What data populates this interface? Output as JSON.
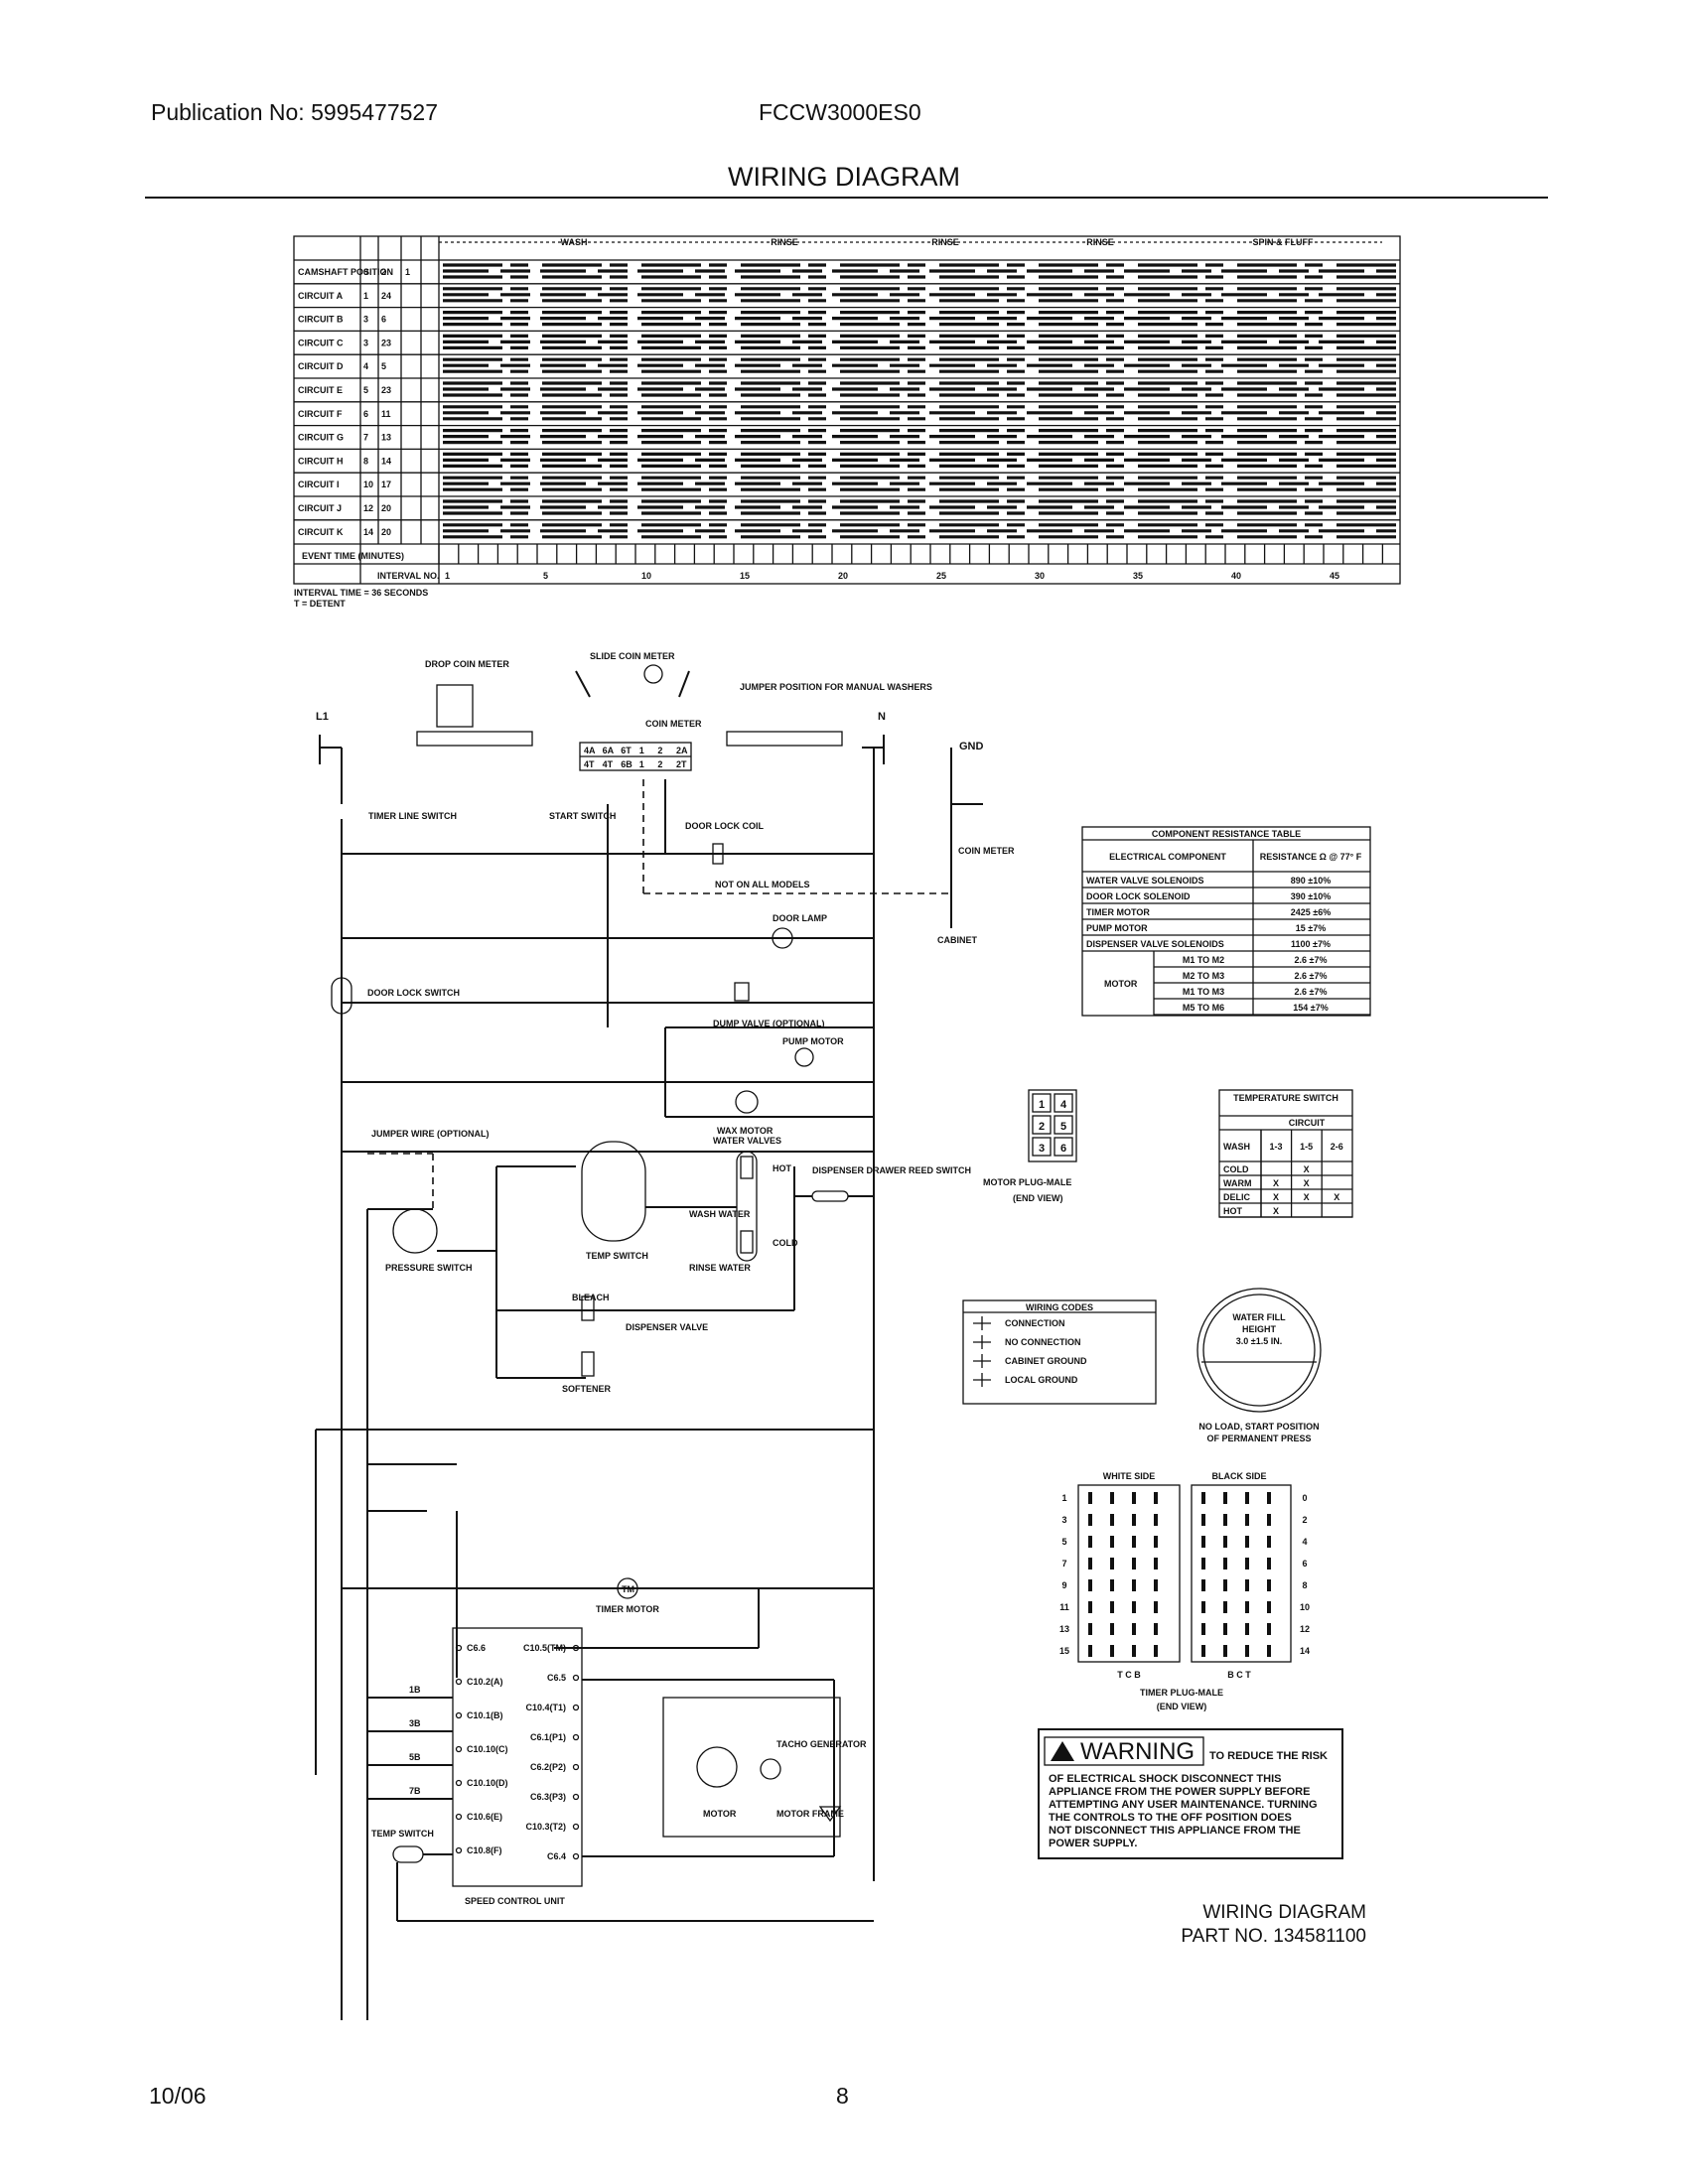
{
  "header": {
    "publication": "Publication No: 5995477527",
    "model": "FCCW3000ES0",
    "title": "WIRING DIAGRAM"
  },
  "footer": {
    "date": "10/06",
    "page": "8"
  },
  "timer_chart": {
    "phases": [
      "WASH",
      "RINSE",
      "RINSE",
      "RINSE",
      "SPIN & FLUFF"
    ],
    "rows": [
      {
        "circuit": "CAMSHAFT POSITION",
        "a": "0",
        "b": "2",
        "c": "1"
      },
      {
        "circuit": "CIRCUIT A",
        "a": "1",
        "b": "24",
        "c": ""
      },
      {
        "circuit": "CIRCUIT B",
        "a": "3",
        "b": "6",
        "c": ""
      },
      {
        "circuit": "CIRCUIT C",
        "a": "3",
        "b": "23",
        "c": ""
      },
      {
        "circuit": "CIRCUIT D",
        "a": "4",
        "b": "5",
        "c": ""
      },
      {
        "circuit": "CIRCUIT E",
        "a": "5",
        "b": "23",
        "c": ""
      },
      {
        "circuit": "CIRCUIT F",
        "a": "6",
        "b": "11",
        "c": ""
      },
      {
        "circuit": "CIRCUIT G",
        "a": "7",
        "b": "13",
        "c": ""
      },
      {
        "circuit": "CIRCUIT H",
        "a": "8",
        "b": "14",
        "c": ""
      },
      {
        "circuit": "CIRCUIT I",
        "a": "10",
        "b": "17",
        "c": ""
      },
      {
        "circuit": "CIRCUIT J",
        "a": "12",
        "b": "20",
        "c": ""
      },
      {
        "circuit": "CIRCUIT K",
        "a": "14",
        "b": "20",
        "c": ""
      }
    ],
    "event_time_label": "EVENT TIME (MINUTES)",
    "interval_label": "INTERVAL NO.",
    "interval_numbers": [
      "1",
      "5",
      "10",
      "15",
      "20",
      "25",
      "30",
      "35",
      "40",
      "45"
    ],
    "note_1": "INTERVAL TIME = 36 SECONDS",
    "note_2": "T = DETENT"
  },
  "schematic": {
    "line_labels": {
      "l1": "L1",
      "n": "N",
      "gnd": "GND"
    },
    "coin_labels": {
      "drop": "DROP COIN METER",
      "slide": "SLIDE COIN METER",
      "jumper": "JUMPER POSITION FOR MANUAL WASHERS",
      "coin_meter": "COIN METER"
    },
    "terminal_top": [
      "4A",
      "6A",
      "6T",
      "1",
      "2",
      "2A"
    ],
    "terminal_bottom": [
      "4T",
      "4T",
      "6B",
      "1",
      "2",
      "2T"
    ],
    "labels": {
      "timer_line_switch": "TIMER LINE SWITCH",
      "start_switch": "START SWITCH",
      "door_lock_coil": "DOOR LOCK COIL",
      "not_on_all": "NOT ON ALL MODELS",
      "coin_meter": "COIN METER",
      "cabinet": "CABINET",
      "door_lamp": "DOOR LAMP",
      "door_lock_switch": "DOOR LOCK SWITCH",
      "dump_valve": "DUMP VALVE (OPTIONAL)",
      "pump_motor": "PUMP MOTOR",
      "wax_motor": "WAX MOTOR",
      "jumper_wire": "JUMPER WIRE (OPTIONAL)",
      "water_valves": "WATER VALVES",
      "dispenser_reed": "DISPENSER DRAWER REED SWITCH",
      "hot": "HOT",
      "cold": "COLD",
      "wash_water": "WASH WATER",
      "rinse_water": "RINSE WATER",
      "pressure_switch": "PRESSURE SWITCH",
      "temp_switch": "TEMP SWITCH",
      "bleach": "BLEACH",
      "dispenser_valve": "DISPENSER VALVE",
      "softener": "SOFTENER",
      "timer_motor": "TIMER MOTOR",
      "tm": "TM",
      "speed_control_unit": "SPEED CONTROL UNIT",
      "tacho": "TACHO GENERATOR",
      "motor": "MOTOR",
      "motor_frame": "MOTOR FRAME",
      "temp_switch_2": "TEMP SWITCH"
    },
    "scu_left": [
      "C6.6",
      "C10.2(A)",
      "C10.1(B)",
      "C10.10(C)",
      "C10.10(D)",
      "C10.6(E)",
      "C10.8(F)"
    ],
    "scu_right": [
      "C10.5(TM)",
      "C6.5",
      "C10.4(T1)",
      "C6.1(P1)",
      "C6.2(P2)",
      "C6.3(P3)",
      "C10.3(T2)",
      "C6.4"
    ],
    "timer_contacts": [
      "1B",
      "3B",
      "5B",
      "7B"
    ]
  },
  "resistance_table": {
    "title": "COMPONENT RESISTANCE TABLE",
    "col1": "ELECTRICAL COMPONENT",
    "col2": "RESISTANCE Ω @ 77° F",
    "rows": [
      {
        "component": "WATER VALVE SOLENOIDS",
        "value": "890 ±10%"
      },
      {
        "component": "DOOR LOCK SOLENOID",
        "value": "390 ±10%"
      },
      {
        "component": "TIMER MOTOR",
        "value": "2425 ±6%"
      },
      {
        "component": "PUMP MOTOR",
        "value": "15 ±7%"
      },
      {
        "component": "DISPENSER VALVE SOLENOIDS",
        "value": "1100 ±7%"
      }
    ],
    "motor_label": "MOTOR",
    "motor_rows": [
      {
        "pair": "M1 TO M2",
        "value": "2.6 ±7%"
      },
      {
        "pair": "M2 TO M3",
        "value": "2.6 ±7%"
      },
      {
        "pair": "M1 TO M3",
        "value": "2.6 ±7%"
      },
      {
        "pair": "M5 TO M6",
        "value": "154 ±7%"
      }
    ]
  },
  "motor_plug": {
    "pins": [
      "1",
      "4",
      "2",
      "5",
      "3",
      "6"
    ],
    "label_1": "MOTOR PLUG-MALE",
    "label_2": "(END VIEW)"
  },
  "temperature_switch": {
    "title": "TEMPERATURE SWITCH",
    "circuit": "CIRCUIT",
    "wash": "WASH",
    "cols": [
      "1-3",
      "1-5",
      "2-6"
    ],
    "rows": [
      {
        "name": "COLD",
        "marks": [
          "",
          "X",
          ""
        ]
      },
      {
        "name": "WARM",
        "marks": [
          "X",
          "X",
          ""
        ]
      },
      {
        "name": "DELIC",
        "marks": [
          "X",
          "X",
          "X"
        ]
      },
      {
        "name": "HOT",
        "marks": [
          "X",
          "",
          ""
        ]
      }
    ]
  },
  "wiring_codes": {
    "title": "WIRING CODES",
    "items": [
      "CONNECTION",
      "NO CONNECTION",
      "CABINET GROUND",
      "LOCAL GROUND"
    ]
  },
  "water_fill": {
    "label_1": "WATER FILL",
    "label_2": "HEIGHT",
    "label_3": "3.0 ±1.5 IN.",
    "note_1": "NO LOAD, START POSITION",
    "note_2": "OF PERMANENT PRESS"
  },
  "timer_plug": {
    "white_side": "WHITE SIDE",
    "black_side": "BLACK SIDE",
    "left_numbers": [
      "1",
      "3",
      "5",
      "7",
      "9",
      "11",
      "13",
      "15"
    ],
    "right_numbers": [
      "0",
      "2",
      "4",
      "6",
      "8",
      "10",
      "12",
      "14"
    ],
    "bottom_left": "T C B",
    "bottom_right": "B C T",
    "label_1": "TIMER PLUG-MALE",
    "label_2": "(END VIEW)"
  },
  "warning": {
    "title": "WARNING",
    "lines": [
      "TO REDUCE THE RISK",
      "OF ELECTRICAL SHOCK DISCONNECT THIS",
      "APPLIANCE FROM THE POWER SUPPLY BEFORE",
      "ATTEMPTING ANY USER MAINTENANCE. TURNING",
      "THE CONTROLS TO THE OFF POSITION DOES",
      "NOT DISCONNECT THIS APPLIANCE FROM THE",
      "POWER SUPPLY."
    ]
  },
  "part": {
    "line_1": "WIRING DIAGRAM",
    "line_2": "PART NO. 134581100"
  }
}
